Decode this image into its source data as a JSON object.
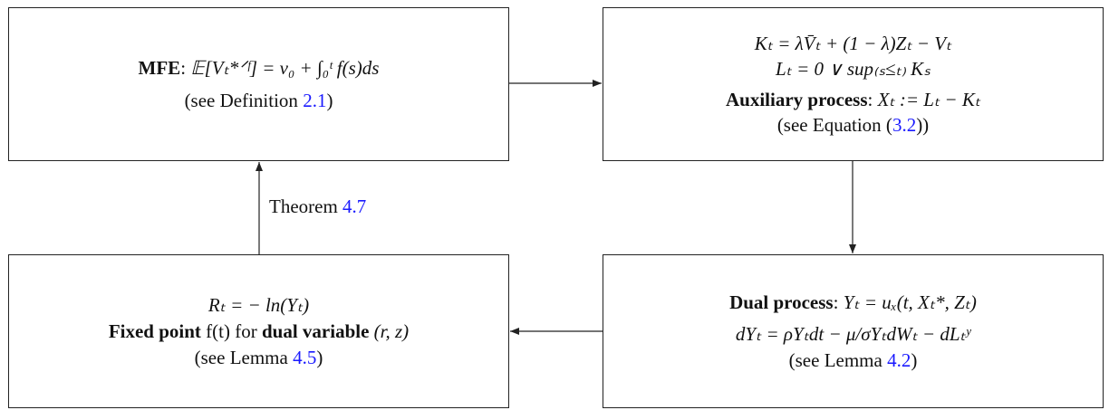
{
  "boxes": {
    "mfe": {
      "label": "MFE",
      "equation": "𝔼[Vₜ*ᐟᶠ] = v₀ + ∫₀ᵗ f(s)ds",
      "see_prefix": "(see Definition ",
      "see_ref": "2.1",
      "see_suffix": ")"
    },
    "auxiliary": {
      "eq1": "Kₜ = λV̄ₜ + (1 − λ)Zₜ − Vₜ",
      "eq2": "Lₜ = 0 ∨ sup₍ₛ≤ₜ₎ Kₛ",
      "label": "Auxiliary process",
      "equation": "Xₜ := Lₜ − Kₜ",
      "see_prefix": "(see Equation (",
      "see_ref": "3.2",
      "see_suffix": "))"
    },
    "dual": {
      "label": "Dual process",
      "equation": "Yₜ = uₓ(t, Xₜ*, Zₜ)",
      "eq2": "dYₜ = ρYₜdt − μ/σYₜdWₜ − dLₜʸ",
      "see_prefix": "(see Lemma ",
      "see_ref": "4.2",
      "see_suffix": ")"
    },
    "fixed_point": {
      "eq1": "Rₜ = − ln(Yₜ)",
      "label": "Fixed point",
      "mid": " f(t) for ",
      "label2": "dual variable",
      "vars": "(r, z)",
      "see_prefix": "(see Lemma ",
      "see_ref": "4.5",
      "see_suffix": ")"
    }
  },
  "edges": {
    "theorem_prefix": "Theorem ",
    "theorem_ref": "4.7"
  },
  "colors": {
    "ref": "#1a1aff",
    "stroke": "#222222"
  }
}
